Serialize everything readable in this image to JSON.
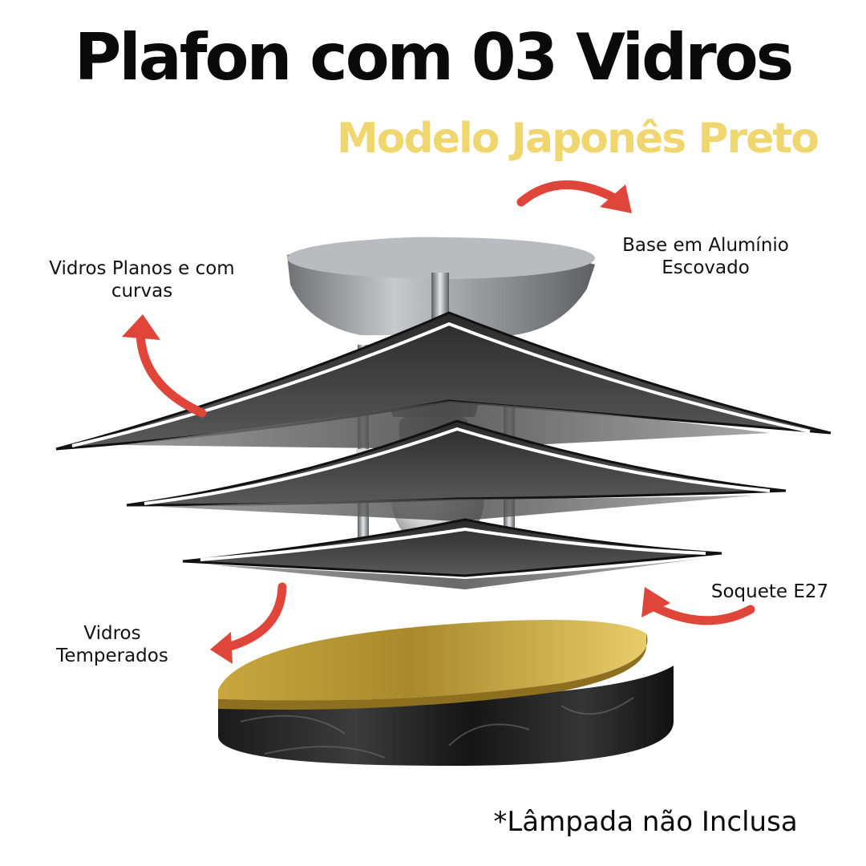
{
  "header": {
    "title": "Plafon com 03 Vidros",
    "subtitle": "Modelo Japonês Preto",
    "subtitle_color": "#f0d66e"
  },
  "callouts": {
    "vidros_planos": "Vidros Planos  e com curvas",
    "base": "Base em Alumínio Escovado",
    "soquete": "Soquete E27",
    "temperados": "Vidros Temperados"
  },
  "footer": {
    "note": "*Lâmpada não Inclusa"
  },
  "colors": {
    "arrow": "#e0453a",
    "aluminium": "#a4a6a9",
    "glass": "#3a3a3a",
    "gold": "#c9a63a",
    "marble": "#1c1c1c"
  },
  "icons": [
    "curved-arrow-icon"
  ]
}
